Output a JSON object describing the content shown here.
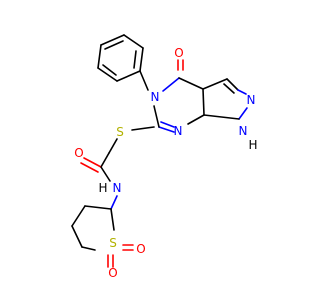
{
  "atoms": {
    "o_carbonyl_top": "O",
    "n_phenyl": "N",
    "n_pyrazole_top": "N",
    "nh_pyrazole": "N",
    "h_pyrazole": "H",
    "n_pyrimidine": "N",
    "s_thioether": "S",
    "o_amide": "O",
    "nh_amide": "N",
    "h_amide": "H",
    "s_sulfone": "S",
    "o_sulfone_1": "O",
    "o_sulfone_2": "O"
  },
  "colors": {
    "carbon_bond": "#000000",
    "oxygen": "#ff0000",
    "nitrogen": "#0000ff",
    "sulfur": "#b2b200"
  }
}
